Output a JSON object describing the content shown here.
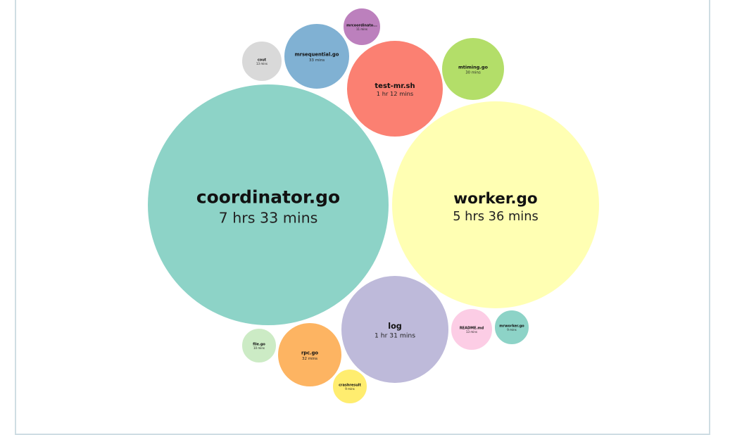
{
  "chart_data": {
    "type": "bubble",
    "title": "",
    "value_unit": "mins",
    "items": [
      {
        "name": "coordinator.go",
        "duration": "7 hrs 33 mins",
        "minutes": 453,
        "color": "#8dd3c7"
      },
      {
        "name": "worker.go",
        "duration": "5 hrs 36 mins",
        "minutes": 336,
        "color": "#ffffb3"
      },
      {
        "name": "log",
        "duration": "1 hr 31 mins",
        "minutes": 91,
        "color": "#bebada"
      },
      {
        "name": "test-mr.sh",
        "duration": "1 hr 12 mins",
        "minutes": 72,
        "color": "#fb8072"
      },
      {
        "name": "mrsequential.go",
        "duration": "33 mins",
        "minutes": 33,
        "color": "#80b1d3"
      },
      {
        "name": "rpc.go",
        "duration": "32 mins",
        "minutes": 32,
        "color": "#fdb462"
      },
      {
        "name": "mtiming.go",
        "duration": "30 mins",
        "minutes": 30,
        "color": "#b3de69"
      },
      {
        "name": "cout",
        "duration": "13 mins",
        "minutes": 13,
        "color": "#d9d9d9"
      },
      {
        "name": "README.md",
        "duration": "13 mins",
        "minutes": 13,
        "color": "#fccde5"
      },
      {
        "name": "mrcoordinato...",
        "duration": "11 mins",
        "minutes": 11,
        "color": "#bc80bd"
      },
      {
        "name": "file.go",
        "duration": "10 mins",
        "minutes": 10,
        "color": "#ccebc5"
      },
      {
        "name": "crashresult",
        "duration": "9 mins",
        "minutes": 9,
        "color": "#ffed6f"
      },
      {
        "name": "mrworker.go",
        "duration": "9 mins",
        "minutes": 9,
        "color": "#8dd3c7"
      }
    ]
  }
}
